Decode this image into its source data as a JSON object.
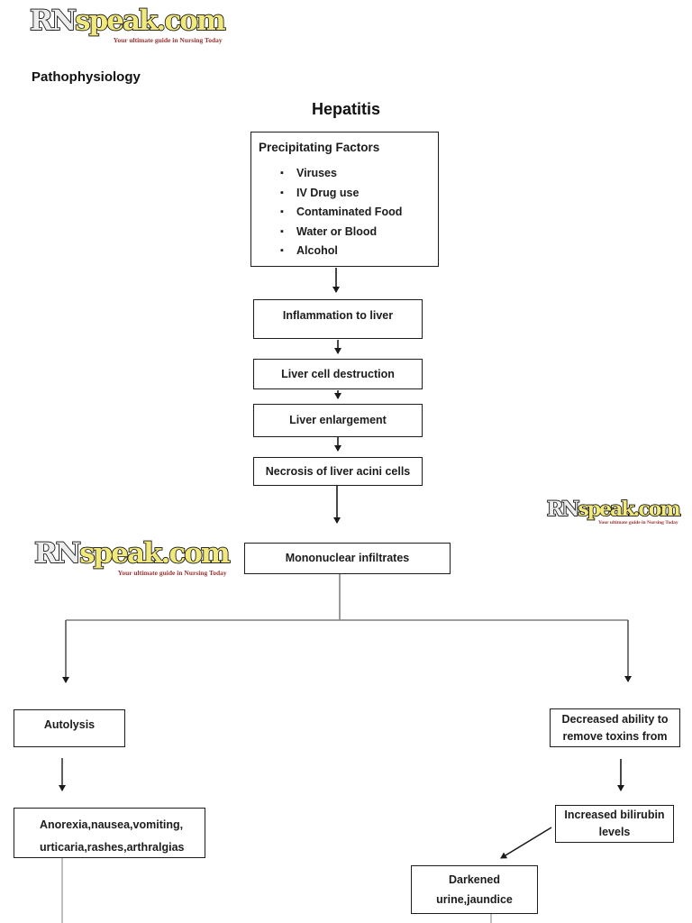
{
  "page": {
    "heading": "Pathophysiology",
    "title": "Hepatitis"
  },
  "logo": {
    "part1": "RN",
    "part2": "speak.com",
    "tagline": "Your ultimate guide in Nursing Today"
  },
  "flowchart": {
    "precipitating": {
      "title": "Precipitating Factors",
      "items": [
        "Viruses",
        "IV Drug use",
        "Contaminated Food",
        "Water or Blood",
        "Alcohol"
      ]
    },
    "chain": [
      "Inflammation to liver",
      "Liver cell destruction",
      "Liver enlargement",
      "Necrosis of liver acini cells",
      "Mononuclear infiltrates"
    ],
    "left_branch": {
      "autolysis": "Autolysis",
      "symptoms_lines": [
        "Anorexia,nausea,vomiting,",
        "urticaria,rashes,arthralgias"
      ]
    },
    "right_branch": {
      "decreased_lines": [
        "Decreased ability to",
        "remove toxins from"
      ],
      "bilirubin_lines": [
        "Increased bilirubin",
        "levels"
      ],
      "darkened_lines": [
        "Darkened",
        "urine,jaundice"
      ]
    }
  },
  "colors": {
    "box_border": "#1c1c1c",
    "arrow": "#1a1a1a",
    "fork_line": "#8f8f8f",
    "faint_line": "#a8a8a8",
    "logo_yellow": "#f2e97c",
    "logo_white": "#ededed",
    "tagline_red": "#993333"
  }
}
